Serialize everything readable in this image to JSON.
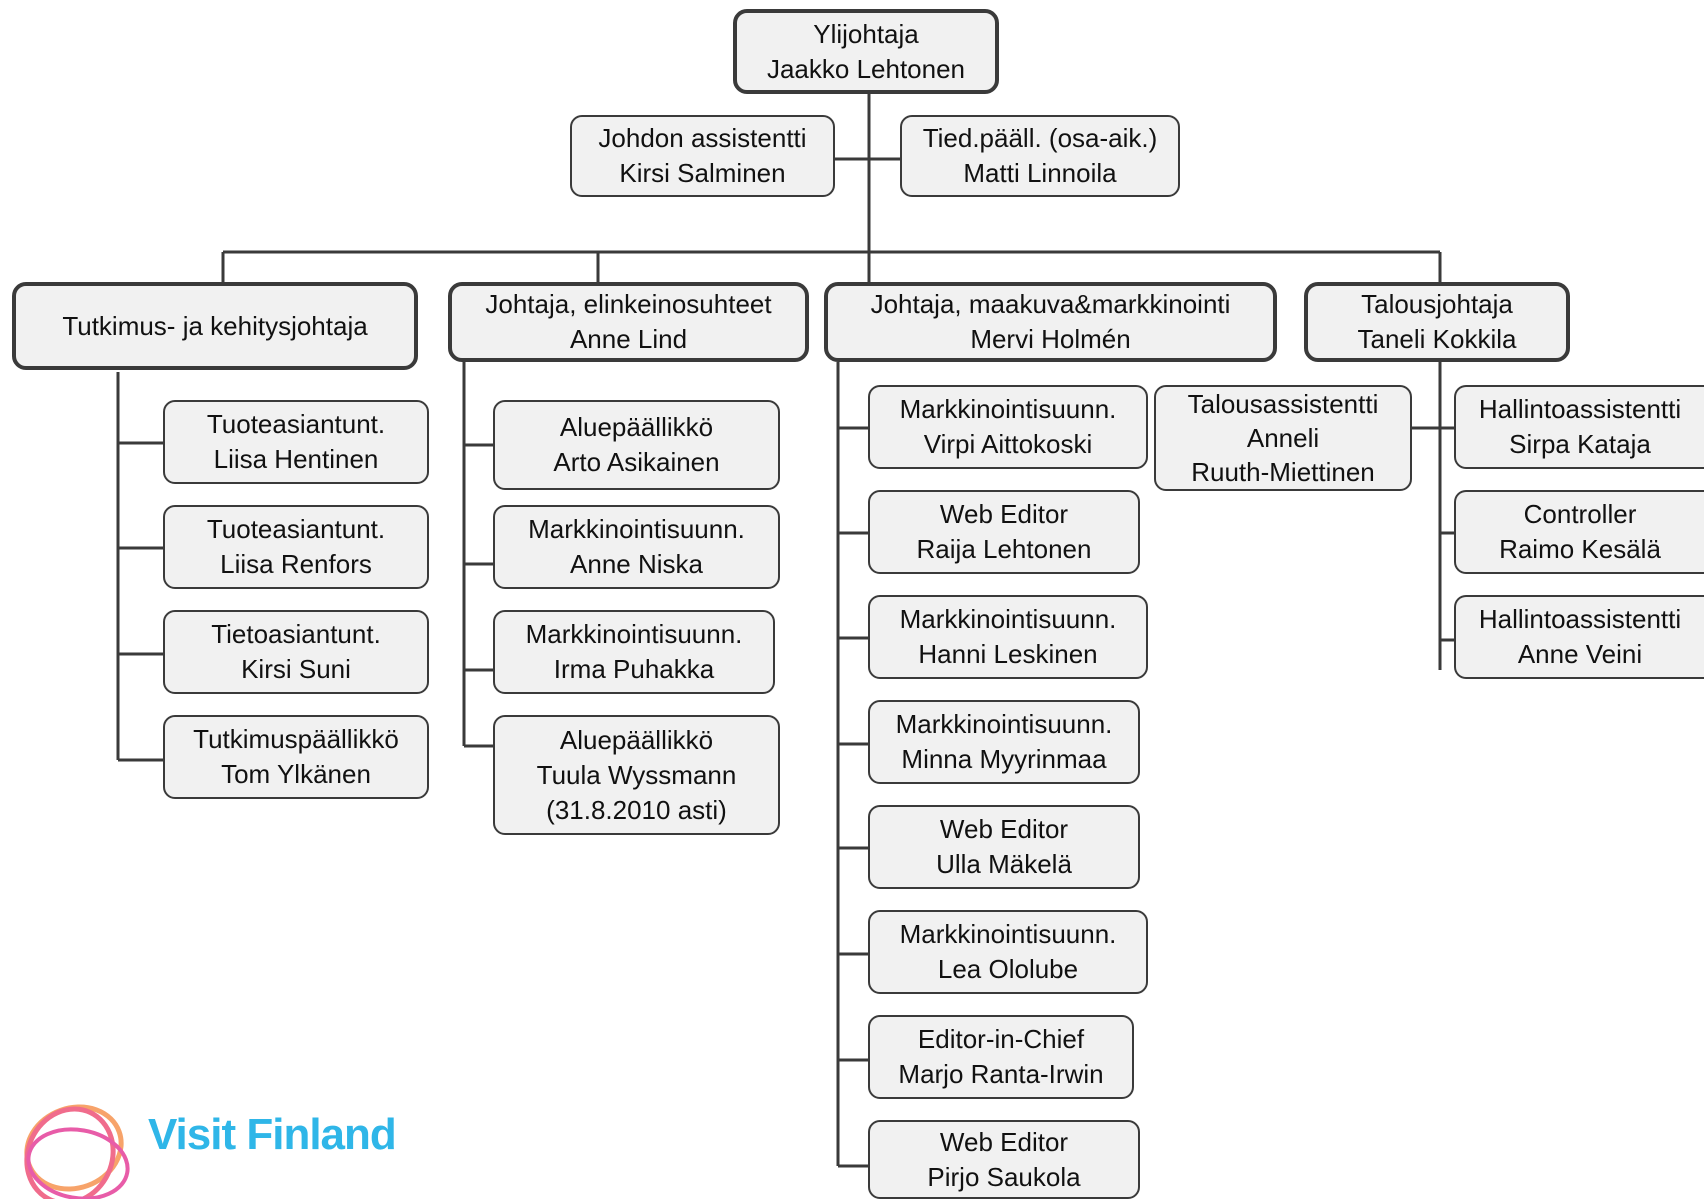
{
  "director": {
    "title": "Ylijohtaja",
    "name": "Jaakko Lehtonen"
  },
  "staff": [
    {
      "title": "Johdon assistentti",
      "name": "Kirsi Salminen"
    },
    {
      "title": "Tied.pääll. (osa-aik.)",
      "name": "Matti Linnoila"
    }
  ],
  "departments": [
    {
      "title": "Tutkimus- ja kehitysjohtaja",
      "members": [
        {
          "title": "Tuoteasiantunt.",
          "name": "Liisa Hentinen"
        },
        {
          "title": "Tuoteasiantunt.",
          "name": "Liisa Renfors"
        },
        {
          "title": "Tietoasiantunt.",
          "name": "Kirsi Suni"
        },
        {
          "title": "Tutkimuspäällikkö",
          "name": "Tom Ylkänen"
        }
      ]
    },
    {
      "title": "Johtaja, elinkeinosuhteet",
      "name": "Anne Lind",
      "members": [
        {
          "title": "Aluepäällikkö",
          "name": "Arto Asikainen"
        },
        {
          "title": "Markkinointisuunn.",
          "name": "Anne Niska"
        },
        {
          "title": "Markkinointisuunn.",
          "name": "Irma Puhakka"
        },
        {
          "title": "Aluepäällikkö",
          "name": "Tuula Wyssmann",
          "note": "(31.8.2010 asti)"
        }
      ]
    },
    {
      "title": "Johtaja, maakuva&markkinointi",
      "name": "Mervi Holmén",
      "members": [
        {
          "title": "Markkinointisuunn.",
          "name": "Virpi Aittokoski"
        },
        {
          "title": "Web Editor",
          "name": "Raija Lehtonen"
        },
        {
          "title": "Markkinointisuunn.",
          "name": "Hanni Leskinen"
        },
        {
          "title": "Markkinointisuunn.",
          "name": "Minna Myyrinmaa"
        },
        {
          "title": "Web Editor",
          "name": "Ulla Mäkelä"
        },
        {
          "title": "Markkinointisuunn.",
          "name": "Lea Ololube"
        },
        {
          "title": "Editor-in-Chief",
          "name": "Marjo Ranta-Irwin"
        },
        {
          "title": "Web Editor",
          "name": "Pirjo Saukola"
        }
      ]
    },
    {
      "title": "Talousjohtaja",
      "name": "Taneli Kokkila",
      "assistant": {
        "title": "Talousassistentti",
        "name": "Anneli",
        "name2": "Ruuth-Miettinen"
      },
      "members": [
        {
          "title": "Hallintoassistentti",
          "name": "Sirpa Kataja"
        },
        {
          "title": "Controller",
          "name": "Raimo Kesälä"
        },
        {
          "title": "Hallintoassistentti",
          "name": "Anne Veini"
        }
      ]
    }
  ],
  "logo": {
    "text": "Visit Finland",
    "colors": {
      "text": "#2fb6e8",
      "ring1": "#f06c8c",
      "ring2": "#f7a36a",
      "ring3": "#e85ca8"
    }
  },
  "colors": {
    "box_fill": "#f1f1f1",
    "border": "#3a3a3a",
    "line": "#3a3a3a"
  }
}
